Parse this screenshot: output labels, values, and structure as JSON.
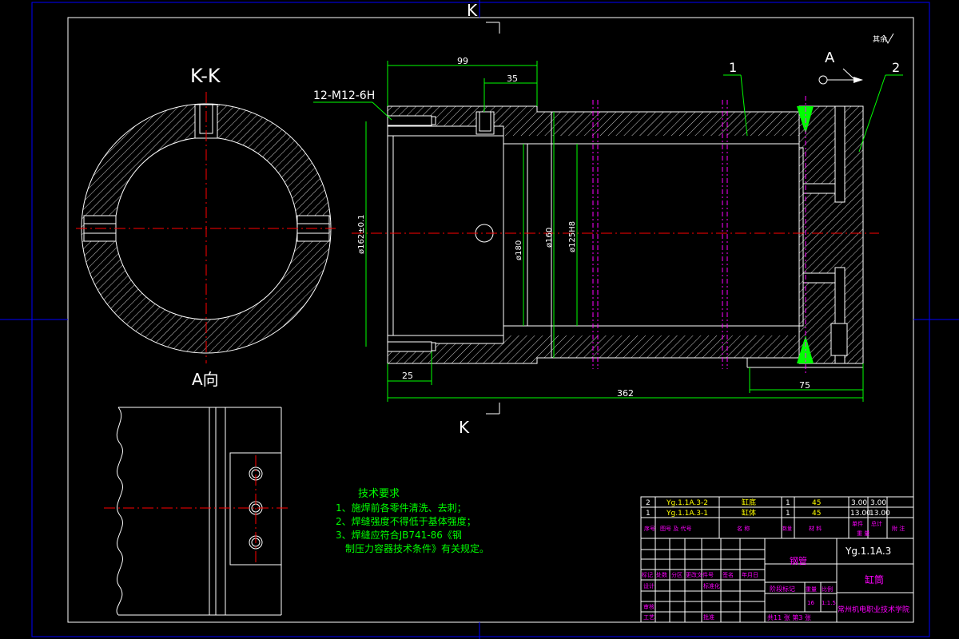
{
  "views": {
    "kk_title": "K-K",
    "a_view": "A向",
    "section_k_top": "K",
    "section_k_bottom": "K",
    "a_arrow": "A",
    "roughness": "其余"
  },
  "dimensions": {
    "d99": "99",
    "d35": "35",
    "d25": "25",
    "d362": "362",
    "d75": "75",
    "thread": "12-M12-6H",
    "dia162": "ø162±0.1",
    "dia180": "ø180",
    "dia160": "ø160",
    "dia125": "ø125H8"
  },
  "balloons": {
    "b1": "1",
    "b2": "2"
  },
  "tech_requirements": {
    "title": "技术要求",
    "line1": "1、施焊前各零件清洗、去刺；",
    "line2": "2、焊缝强度不得低于基体强度；",
    "line3": "3、焊缝应符合JB741-86《钢",
    "line4": "制压力容器技术条件》有关规定。"
  },
  "parts_list": {
    "rows": [
      {
        "no": "2",
        "code": "Yg.1.1A.3-2",
        "name": "缸底",
        "qty": "1",
        "material": "45",
        "w1": "3.00",
        "w2": "3.00"
      },
      {
        "no": "1",
        "code": "Yg.1.1A.3-1",
        "name": "缸体",
        "qty": "1",
        "material": "45",
        "w1": "13.00",
        "w2": "13.00"
      }
    ],
    "header": {
      "no": "序号",
      "code": "图号 及 代号",
      "name": "名 称",
      "qty": "数量",
      "material": "材 料",
      "unit_weight": "单件",
      "total_weight": "总计",
      "weight": "重 量",
      "remark": "附 注"
    }
  },
  "title_block": {
    "material": "钢管",
    "drawing_no": "Yg.1.1A.3",
    "part_name": "缸筒",
    "school": "常州机电职业技术学院",
    "mark": "标记",
    "count": "处数",
    "zone": "分区",
    "change_doc": "更改文件号",
    "signature": "签名",
    "date": "年月日",
    "design": "设计",
    "standardize": "标准化",
    "stage_mark": "阶段标记",
    "weight": "重量",
    "scale": "比例",
    "weight_val": "16",
    "scale_val": "1:1.5",
    "check": "审核",
    "process": "工艺",
    "approve": "批准",
    "sheets": "共11 张 第3 张"
  }
}
